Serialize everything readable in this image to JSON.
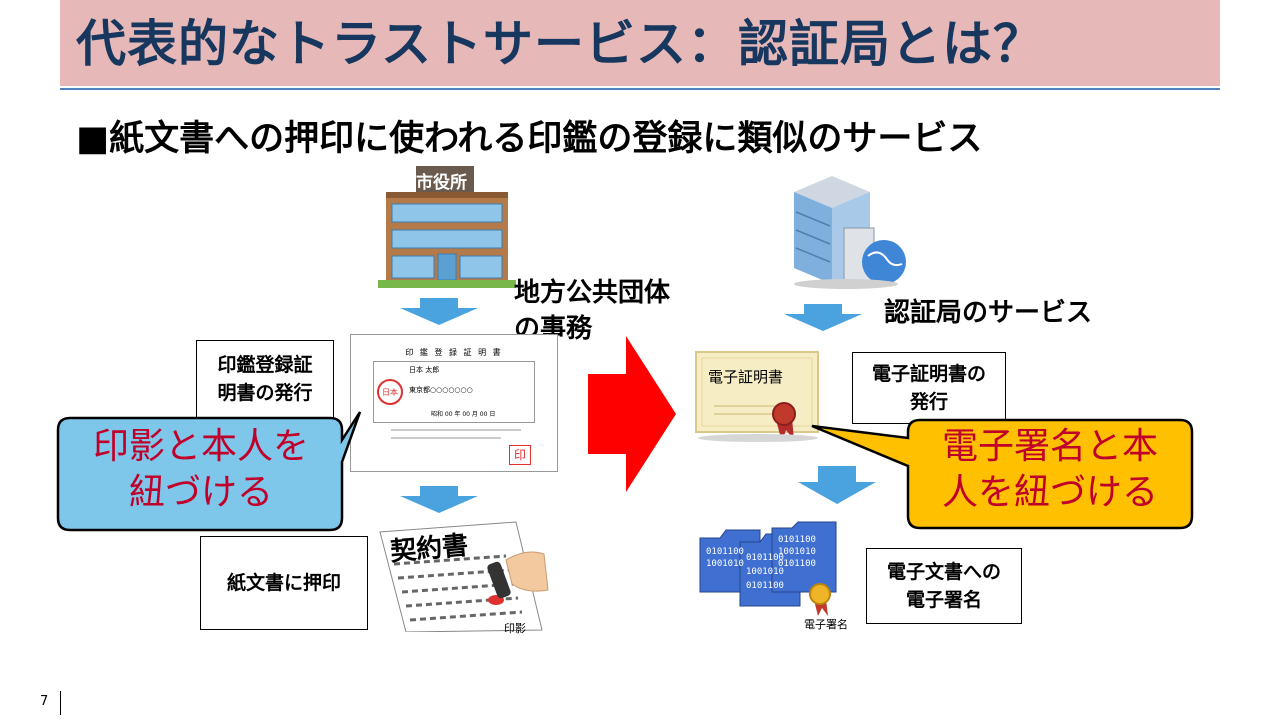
{
  "header": {
    "title": "代表的なトラストサービス：認証局とは？",
    "subtitle": "■紙文書への押印に使われる印鑑の登録に類似のサービス"
  },
  "left": {
    "building_sign": "市役所",
    "office_label_line1": "地方公共団体",
    "office_label_line2": "の事務",
    "cert_issue_line1": "印鑑登録証",
    "cert_issue_line2": "明書の発行",
    "stamp_box": "紙文書に押印",
    "stamp_caption": "印影",
    "callout_line1": "印影と本人を",
    "callout_line2": "紐づける",
    "doc_header": "印 鑑 登 録 証 明 書",
    "doc_name": "日本 太郎",
    "doc_address": "東京都○○○○○○○",
    "doc_date": "昭和 00 年 00 月 00 日",
    "doc_seal_text": "日本",
    "doc_seal_red": "印",
    "contract_title": "契約書"
  },
  "right": {
    "service_label": "認証局のサービス",
    "certificate_text": "電子証明書",
    "cert_issue_line1": "電子証明書の",
    "cert_issue_line2": "発行",
    "callout_line1": "電子署名と本",
    "callout_line2": "人を紐づける",
    "esign_box_line1": "電子文書への",
    "esign_box_line2": "電子署名",
    "esign_caption": "電子署名",
    "binary_text": "0101100 1001010"
  },
  "footer": {
    "page_number": "7"
  },
  "colors": {
    "title_bg": "#e6b9b8",
    "title_text": "#17375e",
    "arrow_blue": "#4aa3df",
    "big_arrow_red": "#ff0000",
    "callout_left_bg": "#7ec7ea",
    "callout_left_text": "#c0002a",
    "callout_right_bg": "#ffc000",
    "callout_right_text": "#c0002a"
  }
}
